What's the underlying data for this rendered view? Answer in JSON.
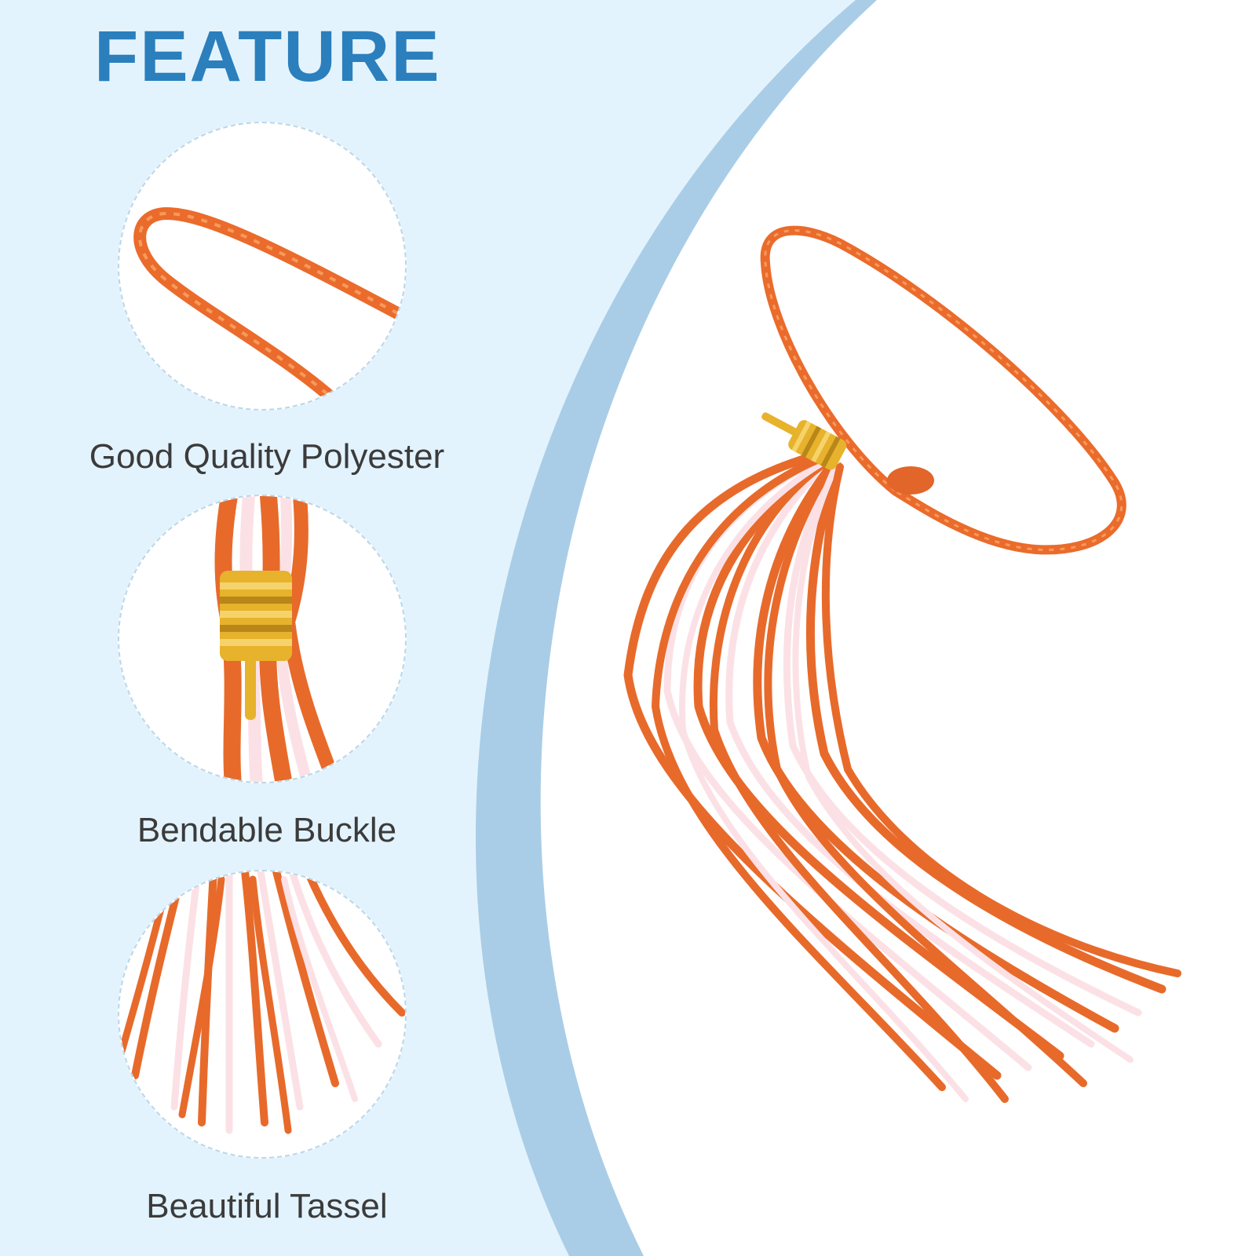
{
  "header": {
    "title": "FEATURE"
  },
  "features": [
    {
      "caption": "Good Quality Polyester",
      "icon": "cord-loop-icon"
    },
    {
      "caption": "Bendable Buckle",
      "icon": "gold-buckle-icon"
    },
    {
      "caption": "Beautiful Tassel",
      "icon": "tassel-fringe-icon"
    }
  ],
  "colors": {
    "accent": "#2b7fbd",
    "background": "#e3f3fd",
    "arc": "#a9cde6",
    "cord": "#ea6b2b",
    "strand_light": "#fbe1e6",
    "gold": "#e7b22c"
  }
}
